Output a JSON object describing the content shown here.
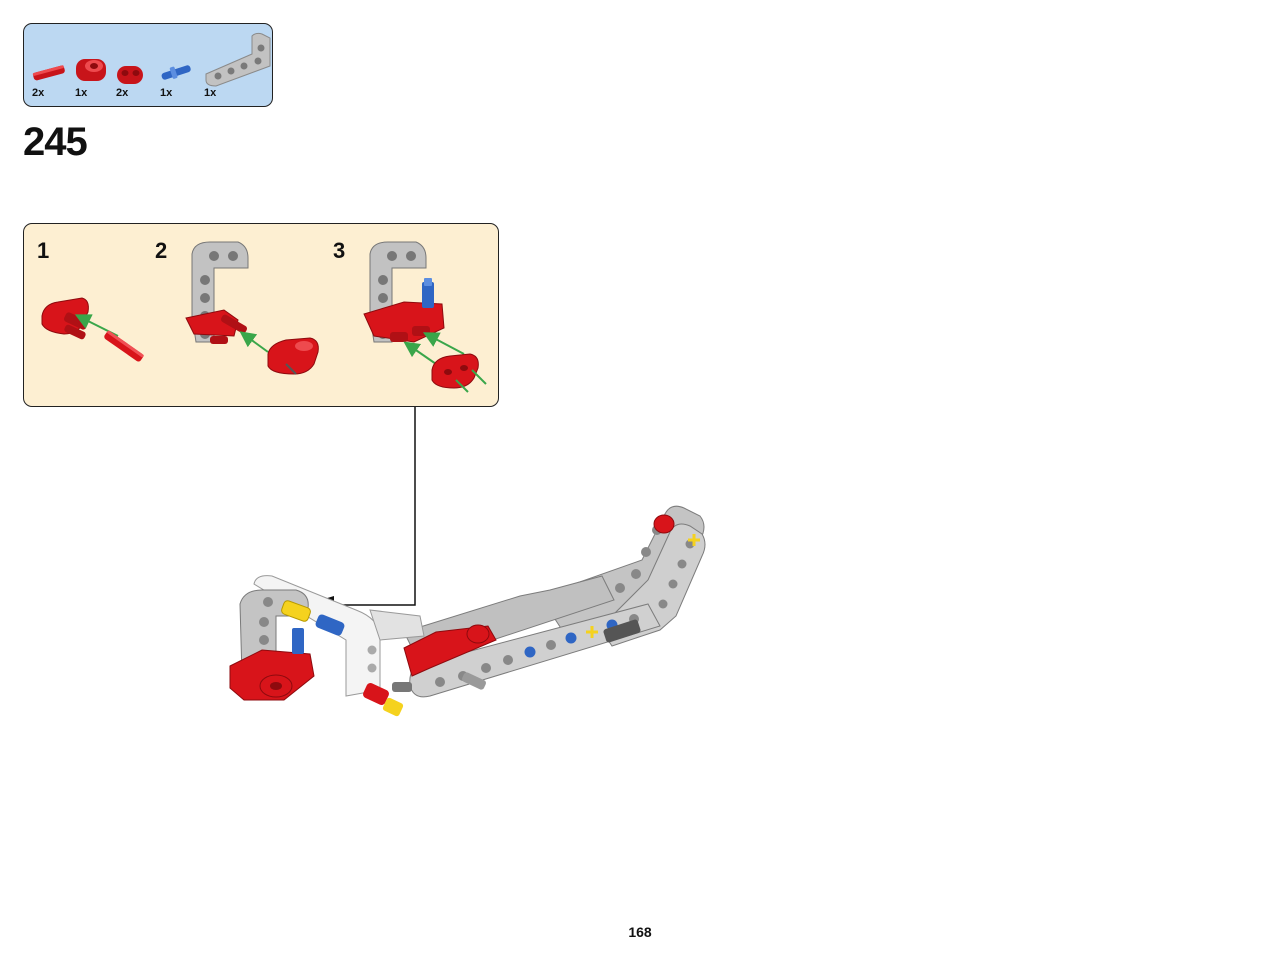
{
  "parts_list": {
    "items": [
      {
        "name": "red-axle-pin",
        "count": "2x"
      },
      {
        "name": "red-connector",
        "count": "1x"
      },
      {
        "name": "red-thin-liftarm",
        "count": "2x"
      },
      {
        "name": "blue-pin",
        "count": "1x"
      },
      {
        "name": "gray-l-liftarm",
        "count": "1x"
      }
    ]
  },
  "step": {
    "number": "245"
  },
  "sub_assembly": {
    "steps": [
      {
        "number": "1"
      },
      {
        "number": "2"
      },
      {
        "number": "3"
      }
    ]
  },
  "colors": {
    "parts_bg": "#bcd8f2",
    "sub_bg": "#fdefd2",
    "red": "#d8141a",
    "gray": "#b8b8b8",
    "blue": "#2f66c4",
    "yellow": "#f5d21e",
    "arrow": "#3aa64a"
  },
  "page": {
    "number": "168"
  }
}
